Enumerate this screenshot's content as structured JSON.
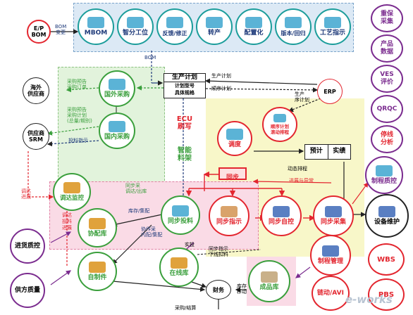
{
  "top": {
    "ep_bom": [
      "E/P",
      "BOM"
    ],
    "bom_change": [
      "BOM",
      "变更"
    ],
    "circles": [
      "MBOM",
      "智分工位",
      "反馈/修正",
      "转产",
      "配置化",
      "版本/回归",
      "工艺指示"
    ]
  },
  "right_list": [
    [
      "重保",
      "采集"
    ],
    [
      "产品",
      "数据"
    ],
    [
      "VES",
      "评价"
    ],
    [
      "QRQC"
    ],
    [
      "停线",
      "分析"
    ]
  ],
  "left": {
    "overseas_supplier": [
      "海外",
      "供应商"
    ],
    "srm": [
      "供应商",
      "SRM"
    ],
    "incoming_qc": "进货质控",
    "supplier_quality": "供方质量",
    "expedite_progress": [
      "调达",
      "进展"
    ]
  },
  "nodes": {
    "foreign_purchase": "国外采购",
    "domestic_purchase": "国内采购",
    "ecu_flash": [
      "ECU",
      "刷写"
    ],
    "smart_material": [
      "智能",
      "料架"
    ],
    "dispatch": "调度",
    "sync": "同步",
    "expedite_monitor": "调达监控",
    "sync_feed": "同步投料",
    "sync_instruction": "同步指示",
    "sync_control": "同步自控",
    "sync_collect": "同步采集",
    "equipment_maint": "设备维护",
    "mfg_quality": "制程质控",
    "mfg_mgmt": "制程管理",
    "andon": "链动/AVI",
    "coop_store": "协配库",
    "self_made": "自制件",
    "line_store": "在线库",
    "finished_store": "成品库",
    "finance": "财务",
    "erp": "ERP",
    "seq_plan": [
      "顺序计划",
      "滚动排程"
    ],
    "wbs": "WBS",
    "pbs": "PBS"
  },
  "plan_box": {
    "title": "生产计划",
    "sub": [
      "计划型号",
      "具体规格"
    ]
  },
  "forecast_box": {
    "left": "预计",
    "right": "实绩"
  },
  "labels": {
    "bom_label": "BOM",
    "prod_plan": "生产计划",
    "seq_plan_lbl": "顺序计划",
    "prod_seq_plan": [
      "生产",
      "序计划"
    ],
    "purchase_forecast_order": [
      "采购预告",
      "采购订单"
    ],
    "purchase_forecast_plan": [
      "采购预告",
      "采购计划",
      "(总量/期别)"
    ],
    "feed_instruction": "投料指示",
    "dynamic_schedule": "动态排程",
    "progress_exception": "进展与异常",
    "sync_expedite": [
      "同步采",
      "调达/出库"
    ],
    "expedite_feed": [
      "调达",
      "投料",
      "进展"
    ],
    "store_coop": "库存/集配",
    "sync_receive": [
      "协作采",
      "内配/集配"
    ],
    "actual_feed": "实投",
    "sync_feed_lbl": [
      "同步指示",
      "下线扣料"
    ],
    "stock_move": [
      "库存",
      "移动"
    ],
    "purchase_settle": "采购/结算"
  },
  "colors": {
    "top_zone": "#dce9f5",
    "purchase_zone": "#e2f3dc",
    "plan_zone": "#f8f7c9",
    "quality_zone": "#fadbe6",
    "red": "#e3262f",
    "green": "#3a9f3c",
    "teal": "#1c9d9b",
    "purple": "#7b2c8f",
    "navy": "#1e3a7a"
  },
  "watermark": "e-works"
}
